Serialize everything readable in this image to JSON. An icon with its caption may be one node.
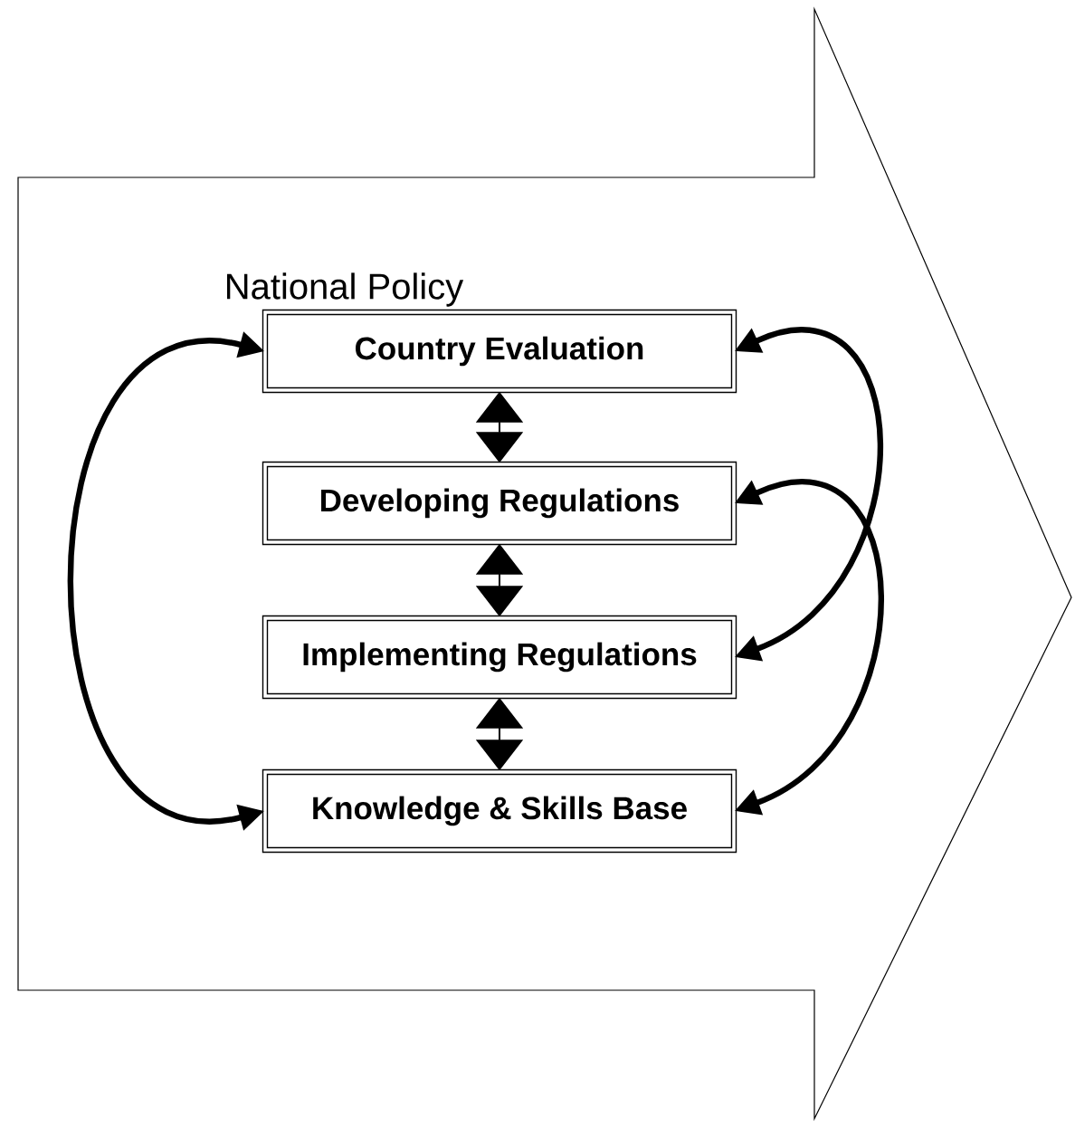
{
  "diagram": {
    "nodes": [
      {
        "text": [
          "National Policy"
        ]
      },
      {
        "text": [
          "Country Evaluation"
        ],
        "in": 0
      },
      {
        "text": [
          "Developing Regulations"
        ],
        "in": 0
      },
      {
        "text": [
          "Implementing Regulations"
        ],
        "in": 0
      },
      {
        "text": [
          "Knowledge & Skills Base"
        ],
        "in": 0
      }
    ],
    "edges": [
      {
        "from": 1,
        "to": 2,
        "arrow": "both"
      },
      {
        "from": 2,
        "to": 3,
        "arrow": "both"
      },
      {
        "from": 3,
        "to": 4,
        "arrow": "both"
      },
      {
        "from": 1,
        "to": 4,
        "arrow": "both",
        "style": "thick"
      },
      {
        "from": 1,
        "to": 3,
        "arrow": "both",
        "style": "thick"
      },
      {
        "from": 2,
        "to": 4,
        "arrow": "both",
        "style": "thick"
      }
    ]
  }
}
